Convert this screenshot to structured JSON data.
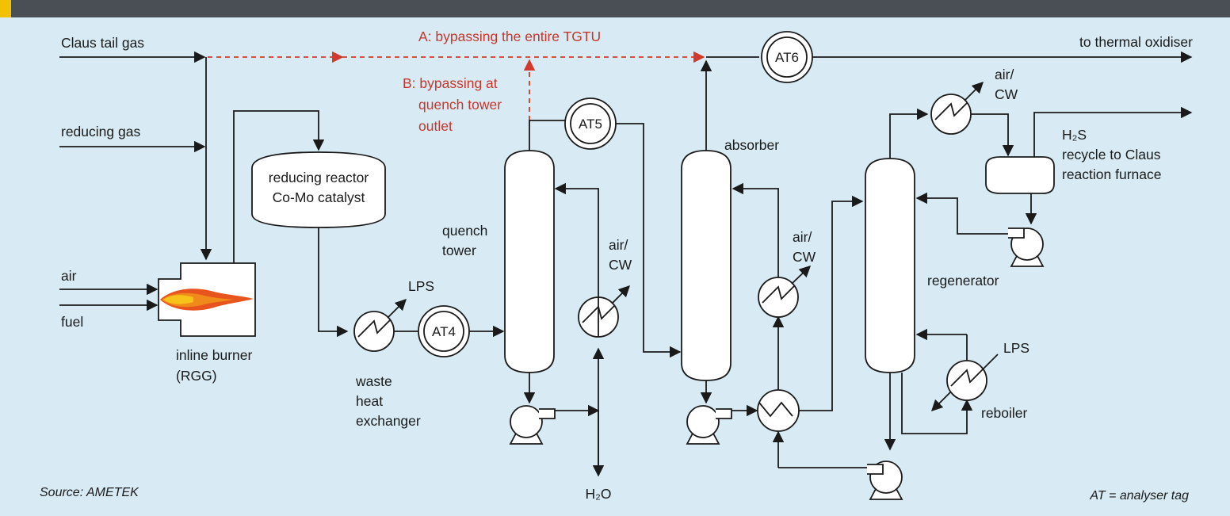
{
  "labels": {
    "claus_tail_gas": "Claus tail gas",
    "reducing_gas": "reducing gas",
    "air": "air",
    "fuel": "fuel",
    "inline_burner_1": "inline burner",
    "inline_burner_2": "(RGG)",
    "reactor_1": "reducing reactor",
    "reactor_2": "Co-Mo catalyst",
    "whe_1": "waste",
    "whe_2": "heat",
    "whe_3": "exchanger",
    "lps_whe": "LPS",
    "quench_1": "quench",
    "quench_2": "tower",
    "aircw_q_1": "air/",
    "aircw_q_2": "CW",
    "h2o": "H₂O",
    "absorber": "absorber",
    "aircw_a_1": "air/",
    "aircw_a_2": "CW",
    "regenerator": "regenerator",
    "aircw_r_1": "air/",
    "aircw_r_2": "CW",
    "h2s_1": "H₂S",
    "h2s_2": "recycle to Claus",
    "h2s_3": "reaction furnace",
    "lps_reb": "LPS",
    "reboiler": "reboiler",
    "thermal_ox": "to thermal oxidiser",
    "bypass_a": "A: bypassing the entire TGTU",
    "bypass_b_1": "B: bypassing at",
    "bypass_b_2": "quench tower",
    "bypass_b_3": "outlet",
    "source": "Source: AMETEK",
    "legend": "AT = analyser tag"
  },
  "analysers": {
    "at4": "AT4",
    "at5": "AT5",
    "at6": "AT6"
  },
  "colors": {
    "background": "#d8ebf4",
    "titlebar": "#4a4f55",
    "accent": "#f2c200",
    "bypass": "#d23a2e",
    "flame": "#e8541e"
  }
}
